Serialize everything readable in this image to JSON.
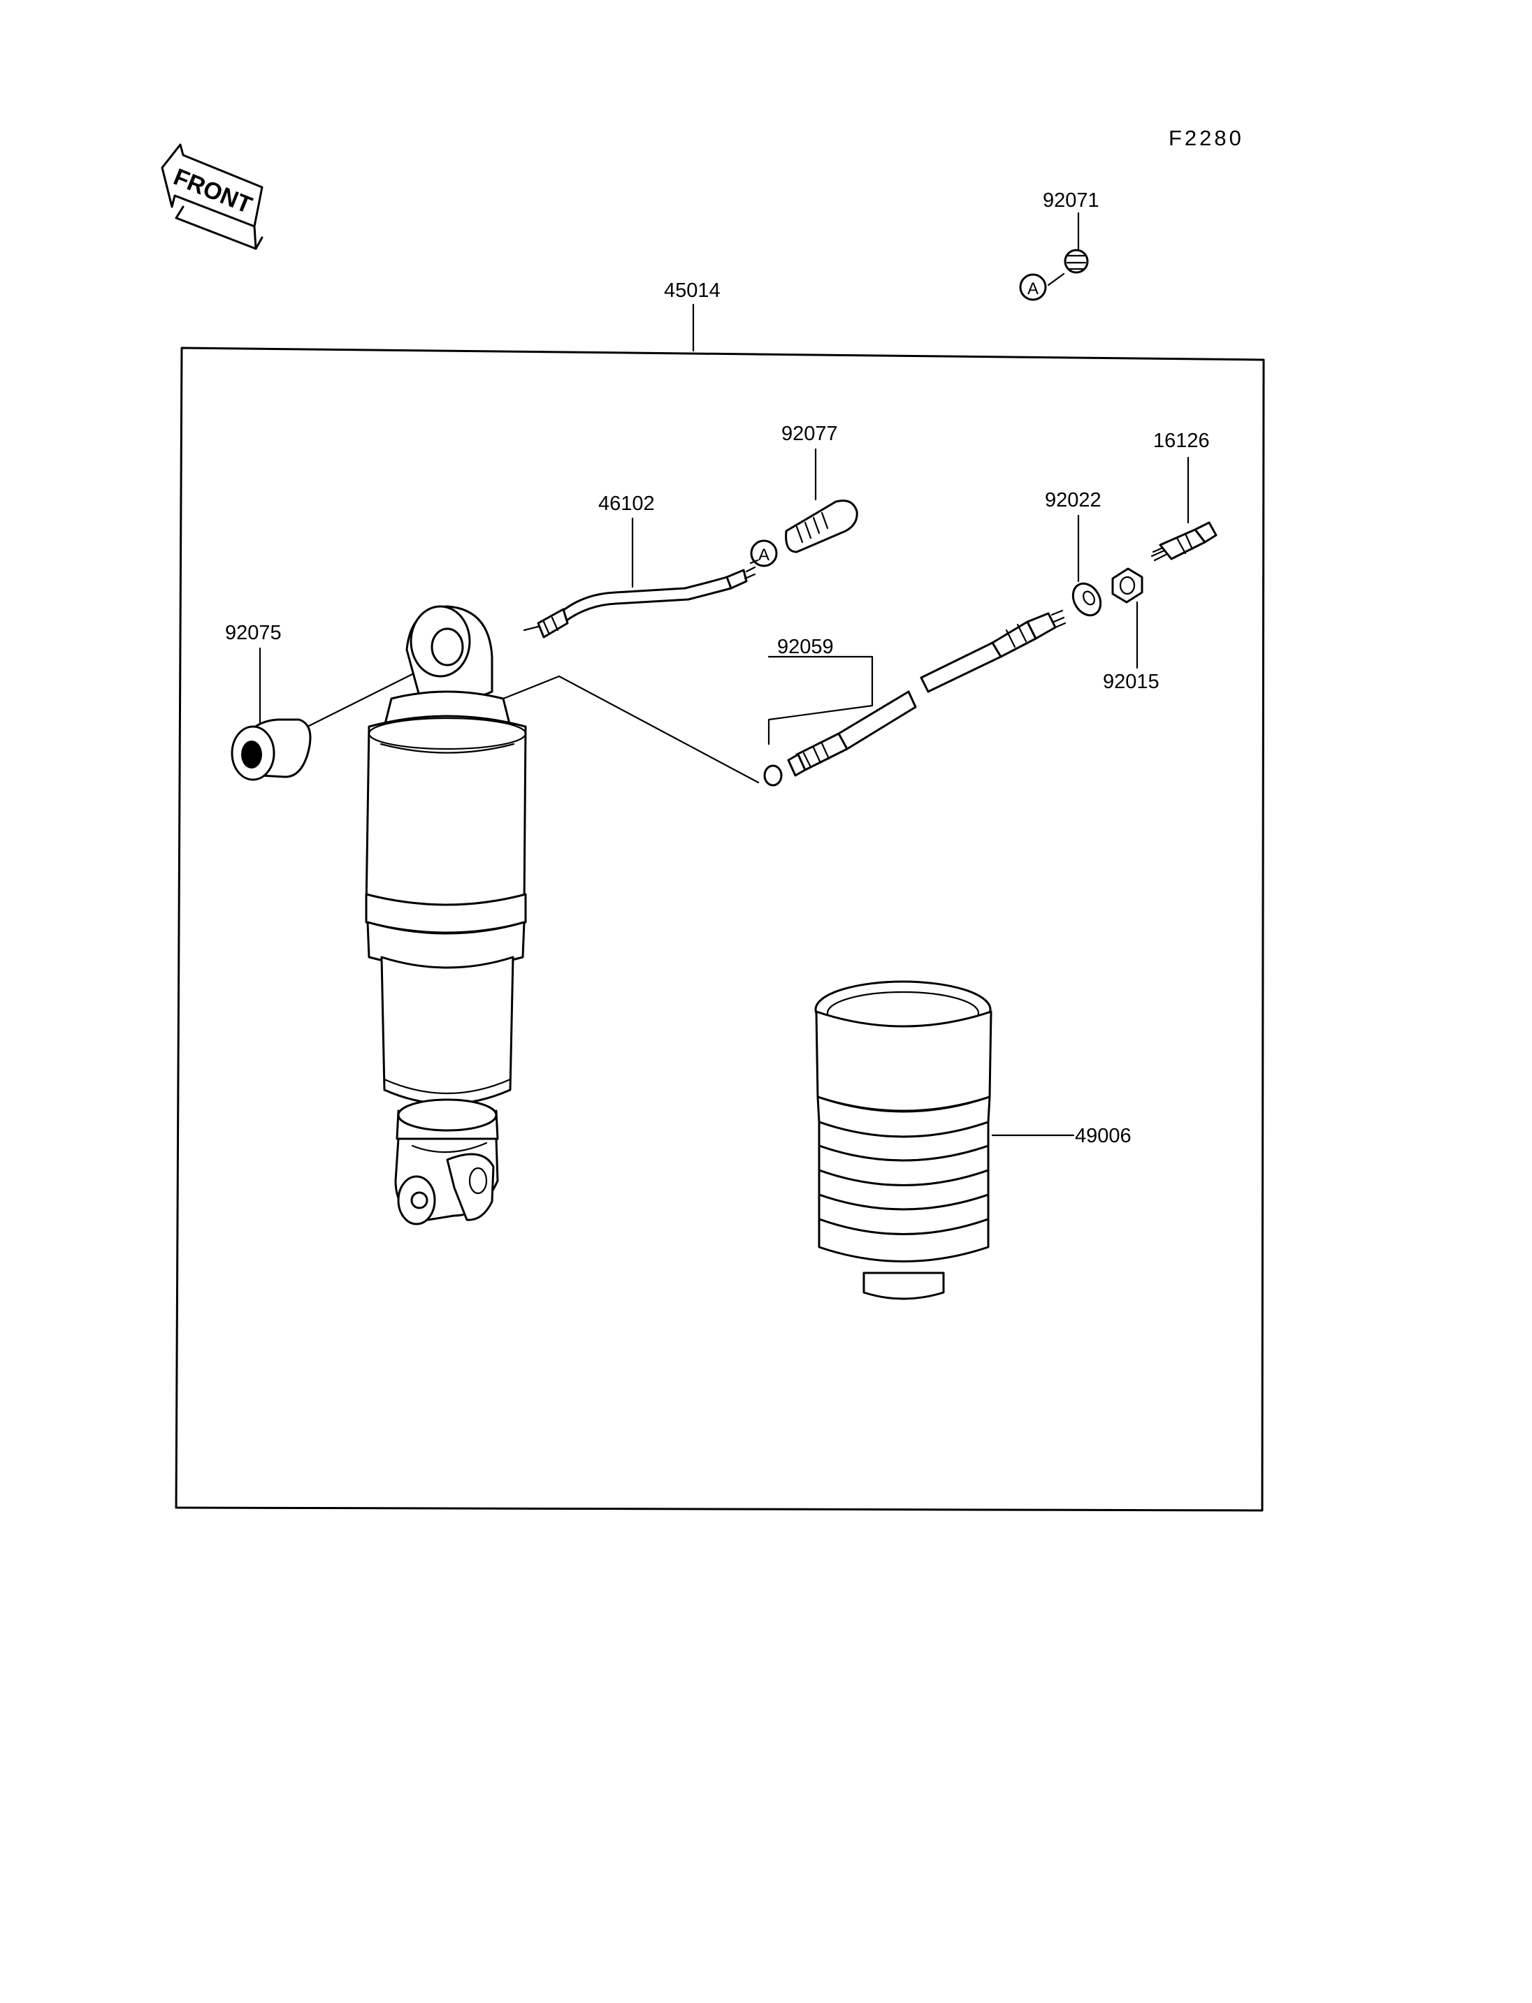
{
  "figure_number": "F2280",
  "front_arrow": {
    "label": "FRONT"
  },
  "reference_marker": {
    "letter": "A"
  },
  "parts": {
    "shock_absorber_assy": "45014",
    "bolt_92071": "92071",
    "plug_92077": "92077",
    "sensor_16126": "16126",
    "hose_46102": "46102",
    "washer_92022": "92022",
    "bushing_92075": "92075",
    "hose_set_92059": "92059",
    "nut_92015": "92015",
    "boot_49006": "49006"
  }
}
